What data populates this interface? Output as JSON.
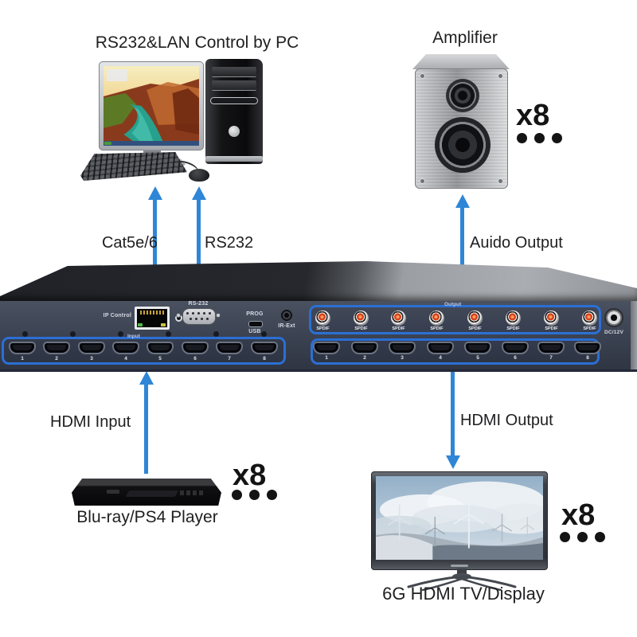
{
  "pc": {
    "title": "RS232&LAN Control by PC"
  },
  "amplifier": {
    "title": "Amplifier",
    "multiplier": "x8"
  },
  "connections": {
    "cat": "Cat5e/6",
    "rs232": "RS232",
    "audio_output": "Auido Output",
    "hdmi_input": "HDMI Input",
    "hdmi_output": "HDMI Output"
  },
  "source": {
    "label": "Blu-ray/PS4 Player",
    "multiplier": "x8"
  },
  "display": {
    "label": "6G HDMI TV/Display",
    "multiplier": "x8"
  },
  "device": {
    "ip_control_label": "IP Control",
    "rs232_label": "RS-232",
    "prog_label": "PROG",
    "usb_label": "USB",
    "ir_ext_label": "IR-Ext",
    "dc_label": "DC/12V",
    "input_group_label": "Input",
    "output_group_label": "Output",
    "spdif_label": "SPDIF",
    "input_ports": [
      "1",
      "2",
      "3",
      "4",
      "5",
      "6",
      "7",
      "8"
    ],
    "output_ports": [
      "1",
      "2",
      "3",
      "4",
      "5",
      "6",
      "7",
      "8"
    ]
  },
  "colors": {
    "arrow_blue": "#2f86d6",
    "port_box_blue": "#2b6fd4"
  }
}
